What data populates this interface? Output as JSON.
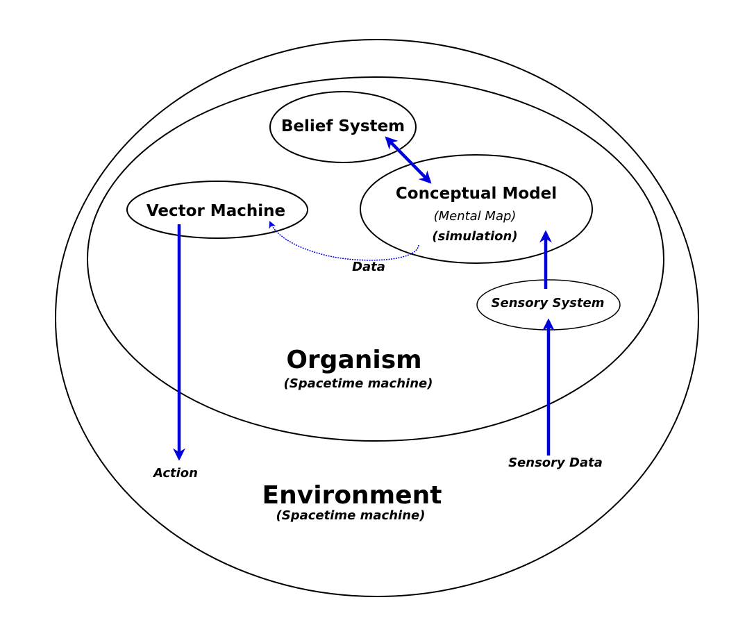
{
  "diagram": {
    "environment": {
      "title": "Environment",
      "subtitle": "(Spacetime machine)"
    },
    "organism": {
      "title": "Organism",
      "subtitle": "(Spacetime machine)"
    },
    "belief_system": {
      "label": "Belief System"
    },
    "conceptual_model": {
      "label": "Conceptual Model",
      "sub1": "(Mental Map)",
      "sub2": "(simulation)"
    },
    "vector_machine": {
      "label": "Vector Machine"
    },
    "sensory_system": {
      "label": "Sensory System"
    },
    "edges": {
      "data_label": "Data",
      "action_label": "Action",
      "sensory_data_label": "Sensory Data"
    },
    "colors": {
      "arrow": "#0000dd",
      "stroke": "#000000"
    }
  }
}
